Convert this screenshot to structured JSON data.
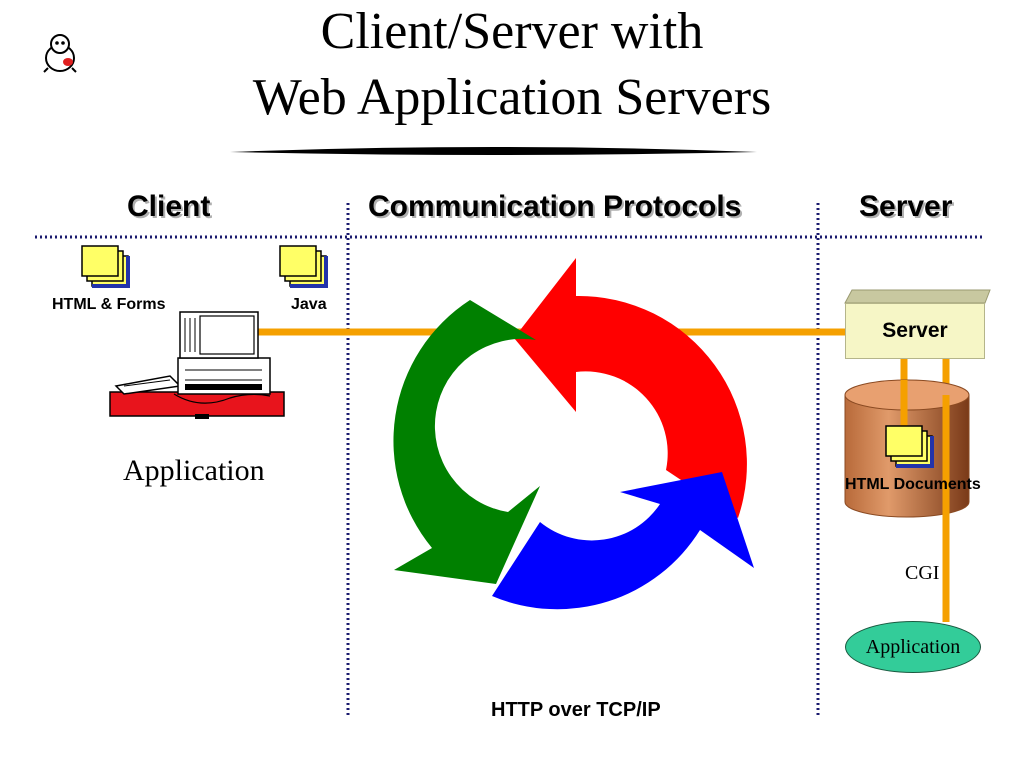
{
  "title": {
    "line1": "Client/Server with",
    "line2": "Web Application Servers"
  },
  "columns": {
    "client": "Client",
    "protocols": "Communication Protocols",
    "server": "Server"
  },
  "client": {
    "doc1_label": "HTML & Forms",
    "doc2_label": "Java",
    "computer_label": "Application"
  },
  "server": {
    "box_label": "Server",
    "db_label": "HTML Documents",
    "cgi_label": "CGI",
    "app_label": "Application"
  },
  "protocol": {
    "caption": "HTTP over TCP/IP"
  },
  "colors": {
    "connector": "#f5a000",
    "arrow_red": "#ff0000",
    "arrow_green": "#008000",
    "arrow_blue": "#0000ff",
    "divider": "#1a1a6e",
    "server_box": "#f6f6c6",
    "cylinder": "#d08050",
    "app_oval": "#33cc99",
    "doc_fill": "#ffff66"
  }
}
